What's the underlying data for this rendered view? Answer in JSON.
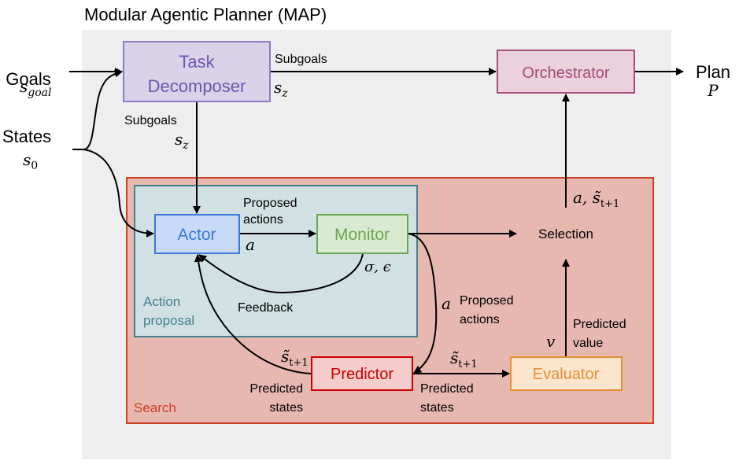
{
  "title": "Modular Agentic Planner (MAP)",
  "inputs": {
    "goals": {
      "label": "Goals",
      "symbol": "s",
      "subscript": "goal"
    },
    "states": {
      "label": "States",
      "symbol": "s",
      "subscript": "0"
    }
  },
  "output": {
    "label": "Plan",
    "symbol": "P"
  },
  "modules": {
    "task_decomposer": {
      "line1": "Task",
      "line2": "Decomposer"
    },
    "orchestrator": {
      "label": "Orchestrator"
    },
    "actor": {
      "label": "Actor"
    },
    "monitor": {
      "label": "Monitor"
    },
    "predictor": {
      "label": "Predictor"
    },
    "evaluator": {
      "label": "Evaluator"
    },
    "selection": {
      "label": "Selection"
    }
  },
  "groups": {
    "action_proposal": {
      "line1": "Action",
      "line2": "proposal"
    },
    "search": {
      "label": "Search"
    }
  },
  "edge_labels": {
    "subgoals_right": {
      "text": "Subgoals",
      "symbol": "s",
      "subscript": "z"
    },
    "subgoals_down": {
      "text": "Subgoals",
      "symbol": "s",
      "subscript": "z"
    },
    "actor_to_monitor": {
      "line1": "Proposed",
      "line2": "actions",
      "symbol": "a"
    },
    "monitor_feedback": {
      "text": "Feedback",
      "symbol": "σ, ϵ"
    },
    "monitor_to_predictor": {
      "line1": "Proposed",
      "line2": "actions",
      "symbol": "a"
    },
    "predictor_to_actor": {
      "line1": "Predicted",
      "line2": "states",
      "symbol": "s̃",
      "subscript": "t+1"
    },
    "predictor_to_evaluator": {
      "line1": "Predicted",
      "line2": "states",
      "symbol": "s̃",
      "subscript": "t+1"
    },
    "evaluator_to_selection": {
      "line1": "Predicted",
      "line2": "value",
      "symbol": "v"
    },
    "selection_to_orchestrator": {
      "symbol": "a, s̃",
      "subscript": "t+1"
    }
  },
  "colors": {
    "background_panel": "#eeeeee",
    "task_decomposer": {
      "fill": "#d9d2e9",
      "stroke": "#8e7cc3",
      "text": "#6f56b0"
    },
    "orchestrator": {
      "fill": "#ead1dc",
      "stroke": "#a64d79",
      "text": "#a64d79"
    },
    "search": {
      "fill": "#e6b8af",
      "stroke": "#cc4125",
      "text": "#cc4125"
    },
    "action_proposal": {
      "fill": "#d0e0e3",
      "stroke": "#45818e",
      "text": "#45818e"
    },
    "actor": {
      "fill": "#c9daf8",
      "stroke": "#3c78d8",
      "text": "#3c78d8"
    },
    "monitor": {
      "fill": "#d9ead3",
      "stroke": "#6aa84f",
      "text": "#6aa84f"
    },
    "predictor": {
      "fill": "#f4cccc",
      "stroke": "#cc0000",
      "text": "#cc0000"
    },
    "evaluator": {
      "fill": "#fce5cd",
      "stroke": "#e69138",
      "text": "#e69138"
    }
  }
}
